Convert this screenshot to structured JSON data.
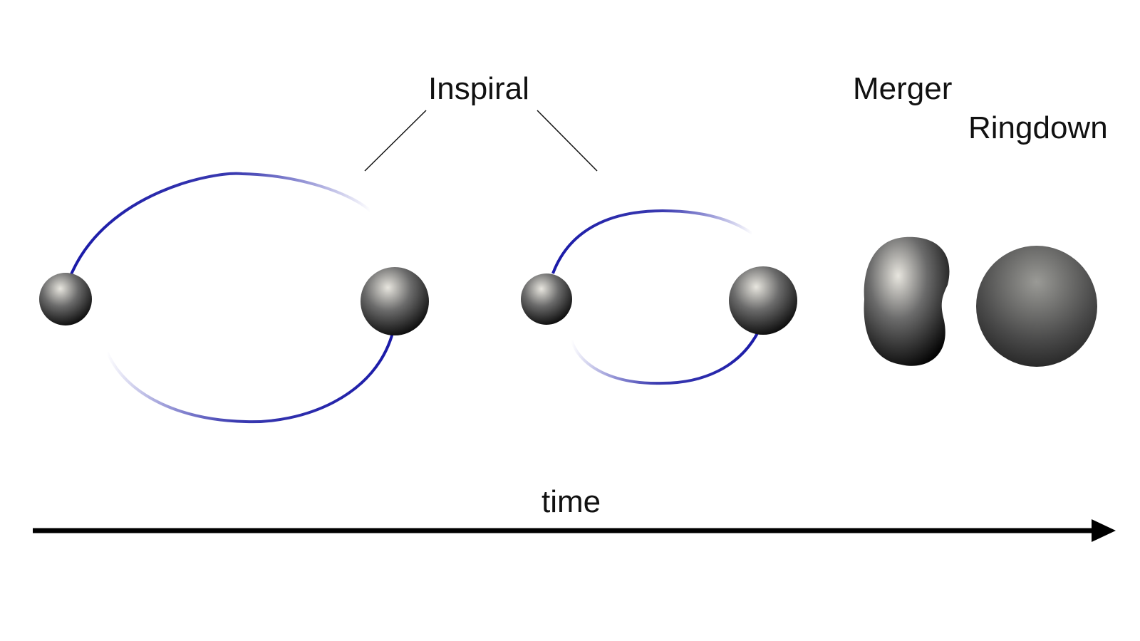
{
  "labels": {
    "inspiral": "Inspiral",
    "merger": "Merger",
    "ringdown": "Ringdown",
    "time": "time"
  },
  "colors": {
    "orbit": "#1a1aa8",
    "arrow": "#000000"
  }
}
